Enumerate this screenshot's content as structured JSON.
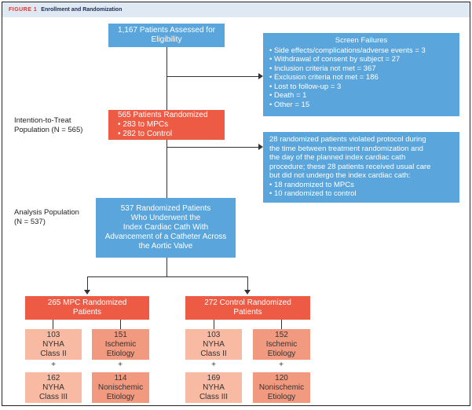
{
  "header": {
    "figure_label": "FIGURE 1",
    "title": "Enrollment and Randomization"
  },
  "assessed": {
    "line1": "1,167 Patients Assessed for",
    "line2": "Eligibility"
  },
  "screen_failures": {
    "title": "Screen Failures",
    "items": [
      "• Side effects/complications/adverse events = 3",
      "• Withdrawal of consent by subject = 27",
      "• Inclusion criteria not met = 367",
      "• Exclusion criteria not met = 186",
      "• Lost to follow-up = 3",
      "• Death = 1",
      "• Other = 15"
    ]
  },
  "itt": {
    "label1": "Intention-to-Treat",
    "label2": "Population (N = 565)"
  },
  "randomized": {
    "title": "565 Patients Randomized",
    "items": [
      "• 283 to MPCs",
      "• 282 to Control"
    ]
  },
  "violations": {
    "lines": [
      "28 randomized patients violated protocol during",
      "the time between treatment randomization and",
      "the day of the planned index cardiac cath",
      "procedure; these 28 patients received usual care",
      "but did not undergo the index cardiac cath:"
    ],
    "items": [
      "• 18 randomized to MPCs",
      "• 10 randomized to control"
    ]
  },
  "analysis": {
    "label1": "Analysis Population",
    "label2": "(N = 537)"
  },
  "underwent": {
    "lines": [
      "537 Randomized Patients",
      "Who Underwent the",
      "Index Cardiac Cath With",
      "Advancement of a Catheter Across",
      "the Aortic Valve"
    ]
  },
  "arms": [
    {
      "title1": "265 MPC Randomized",
      "title2": "Patients",
      "nyha": [
        [
          "103",
          "NYHA",
          "Class II"
        ],
        [
          "162",
          "NYHA",
          "Class III"
        ]
      ],
      "etiology": [
        [
          "151",
          "Ischemic",
          "Etiology"
        ],
        [
          "114",
          "Nonischemic",
          "Etiology"
        ]
      ]
    },
    {
      "title1": "272 Control Randomized",
      "title2": "Patients",
      "nyha": [
        [
          "103",
          "NYHA",
          "Class II"
        ],
        [
          "169",
          "NYHA",
          "Class III"
        ]
      ],
      "etiology": [
        [
          "152",
          "Ischemic",
          "Etiology"
        ],
        [
          "120",
          "Nonischemic",
          "Etiology"
        ]
      ]
    }
  ],
  "plus": "+",
  "colors": {
    "blue": "#5aa6dc",
    "red": "#ee5b45",
    "light_salmon": "#f8baa3",
    "salmon": "#f29a80"
  }
}
